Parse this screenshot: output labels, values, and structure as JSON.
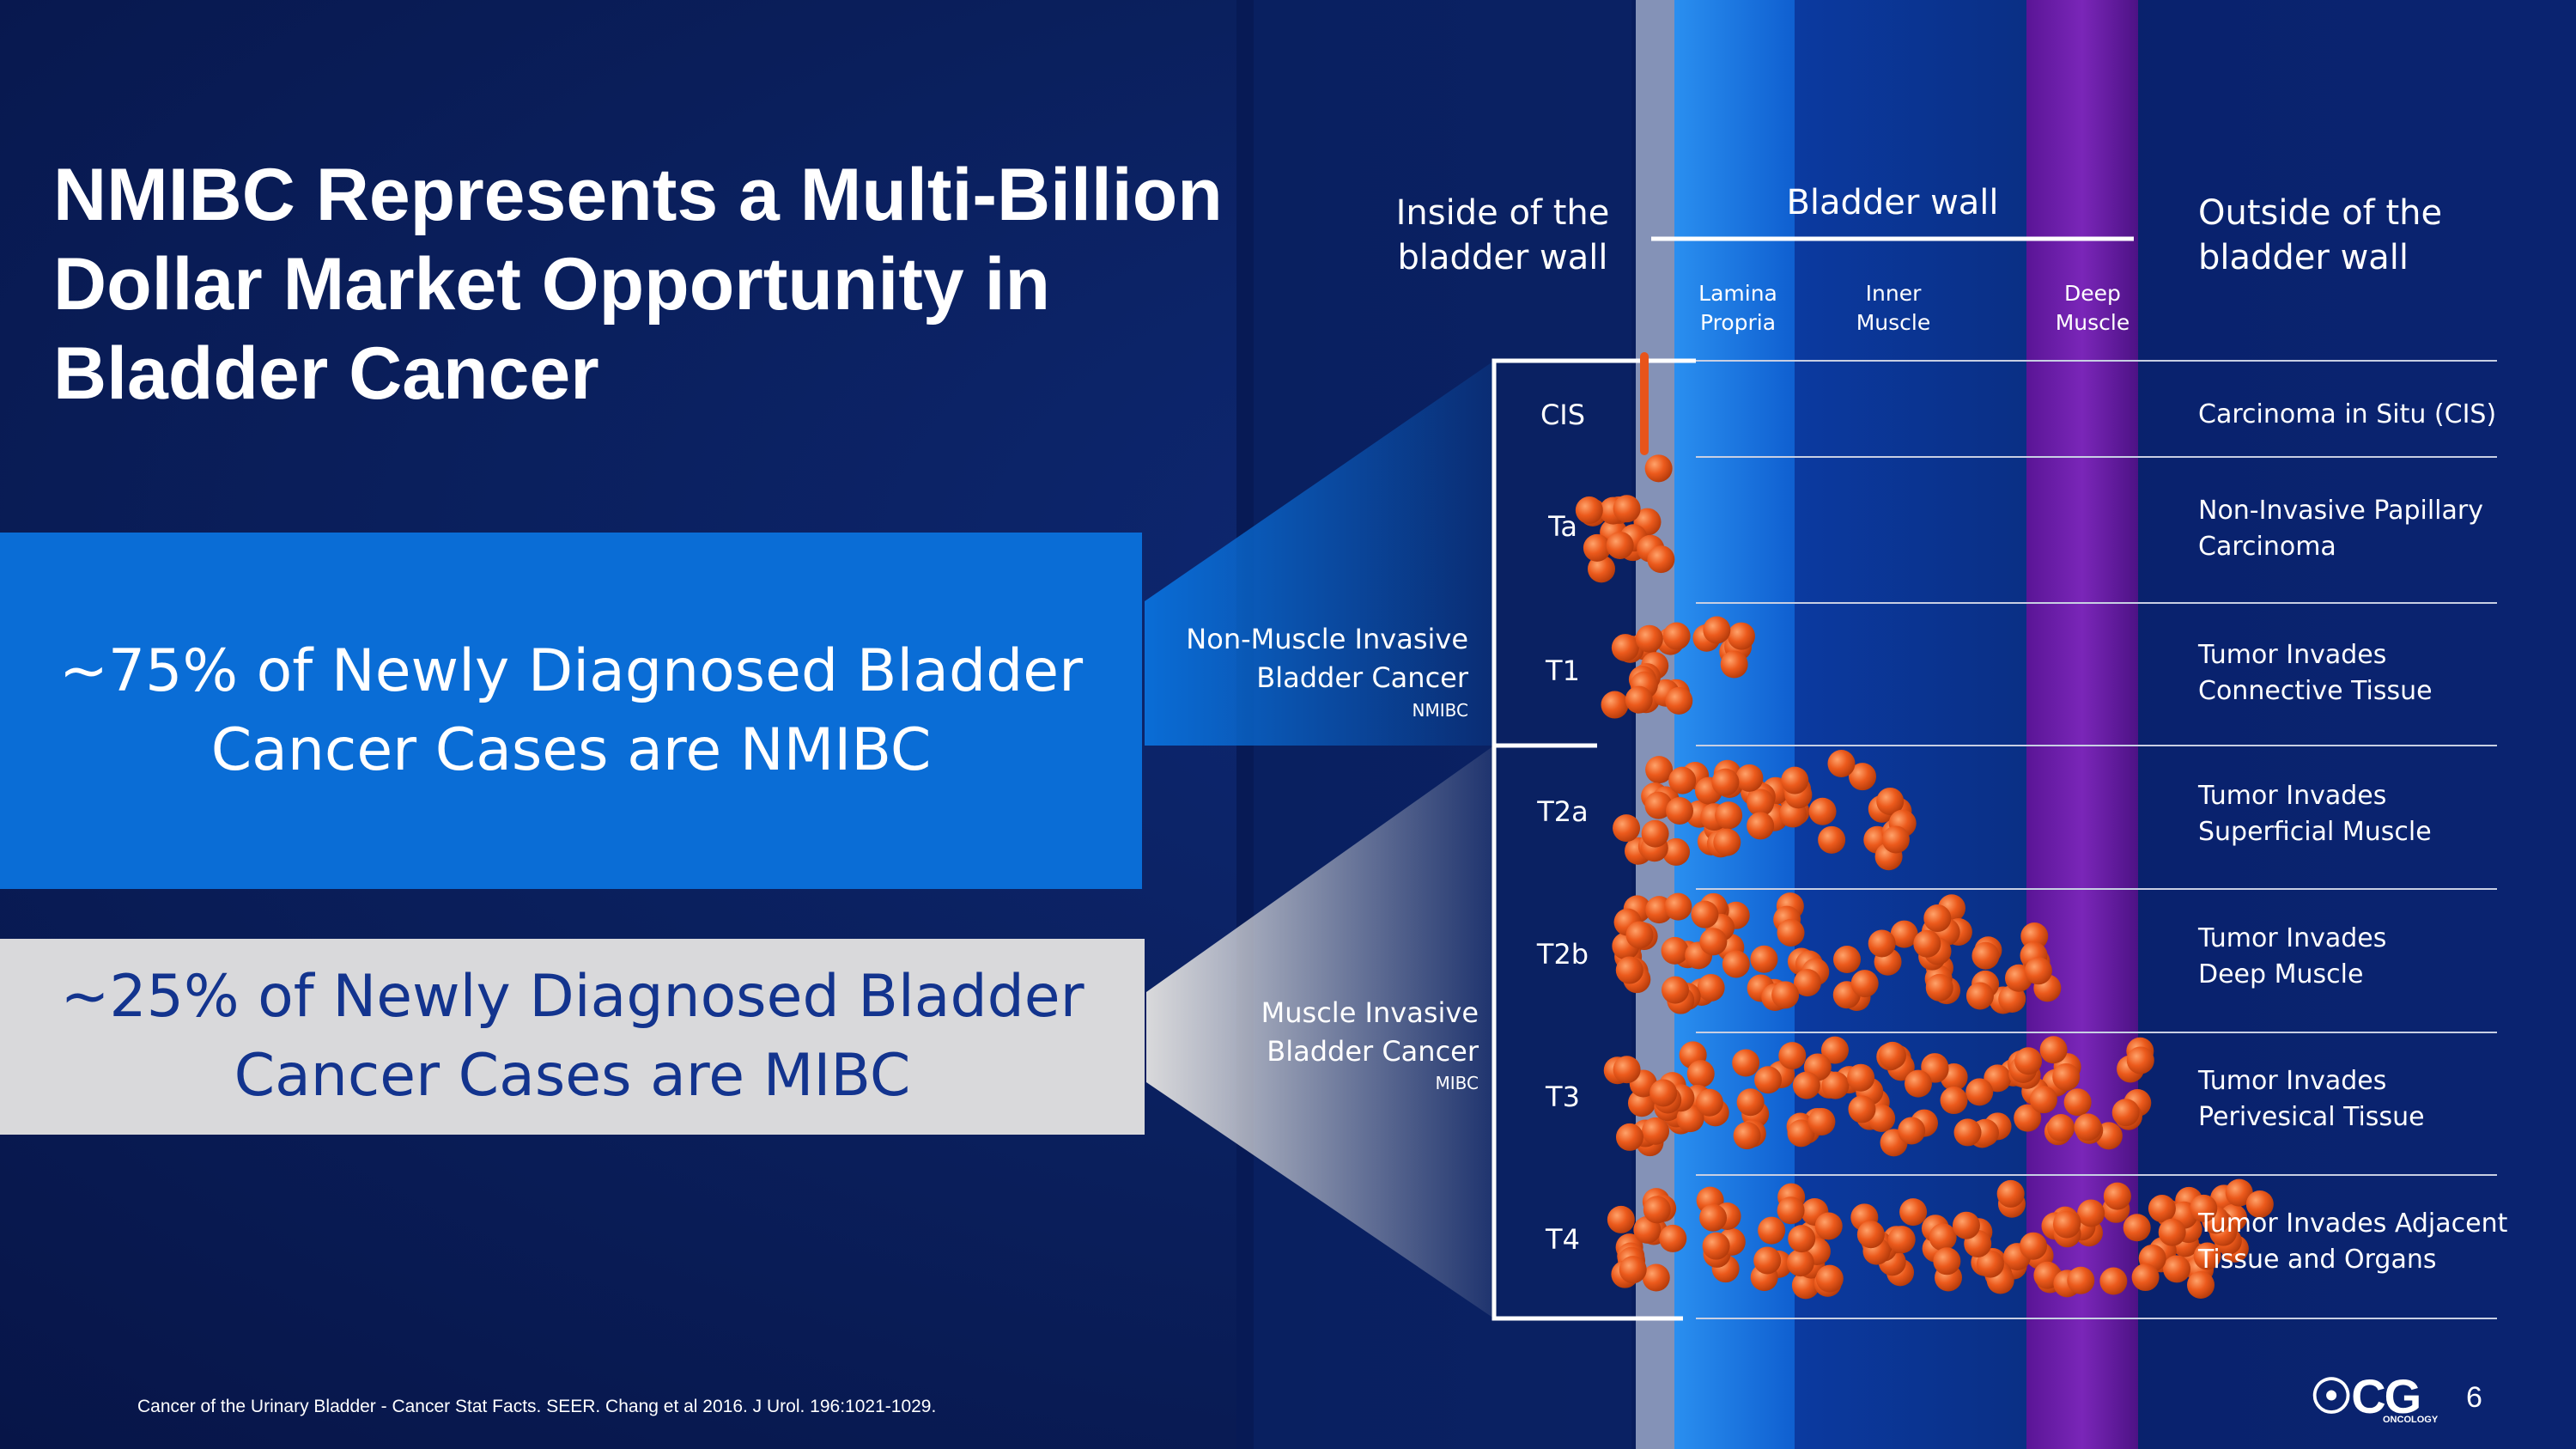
{
  "title": "NMIBC Represents a Multi-Billion Dollar Market Opportunity in Bladder Cancer",
  "nmibc_box": "~75% of Newly Diagnosed Bladder Cancer Cases are NMIBC",
  "mibc_box": "~25% of Newly Diagnosed Bladder Cancer Cases are MIBC",
  "headers": {
    "inside_1": "Inside of the",
    "inside_2": "bladder wall",
    "wall": "Bladder wall",
    "outside_1": "Outside of the",
    "outside_2": "bladder wall",
    "lamina_1": "Lamina",
    "lamina_2": "Propria",
    "inner_1": "Inner",
    "inner_2": "Muscle",
    "deep_1": "Deep",
    "deep_2": "Muscle"
  },
  "groups": {
    "nmibc_1": "Non-Muscle Invasive",
    "nmibc_2": "Bladder Cancer",
    "nmibc_abbr": "NMIBC",
    "mibc_1": "Muscle Invasive",
    "mibc_2": "Bladder Cancer",
    "mibc_abbr": "MIBC"
  },
  "stages": [
    {
      "code": "CIS",
      "desc1": "Carcinoma in Situ (CIS)",
      "desc2": "",
      "depth": 0
    },
    {
      "code": "Ta",
      "desc1": "Non-Invasive Papillary",
      "desc2": "Carcinoma",
      "depth": 0
    },
    {
      "code": "T1",
      "desc1": "Tumor Invades",
      "desc2": "Connective Tissue",
      "depth": 1
    },
    {
      "code": "T2a",
      "desc1": "Tumor Invades",
      "desc2": "Superficial Muscle",
      "depth": 2
    },
    {
      "code": "T2b",
      "desc1": "Tumor Invades",
      "desc2": "Deep Muscle",
      "depth": 3
    },
    {
      "code": "T3",
      "desc1": "Tumor Invades",
      "desc2": "Perivesical Tissue",
      "depth": 4
    },
    {
      "code": "T4",
      "desc1": "Tumor Invades Adjacent",
      "desc2": "Tissue and Organs",
      "depth": 5
    }
  ],
  "footnote": "Cancer of the Urinary Bladder - Cancer Stat Facts. SEER. Chang et al 2016. J Urol. 196:1021-1029.",
  "page_number": "6",
  "logo": {
    "name": "CG",
    "sub": "ONCOLOGY"
  },
  "colors": {
    "background": "#0a1f5c",
    "nmibc_box": "#0a6dd6",
    "mibc_box": "#d9d9db",
    "tumor": "#e8541a",
    "lamina": "#1a7fe6",
    "muscle": "#0c3a9c",
    "deep_muscle": "#6b1fa8"
  }
}
